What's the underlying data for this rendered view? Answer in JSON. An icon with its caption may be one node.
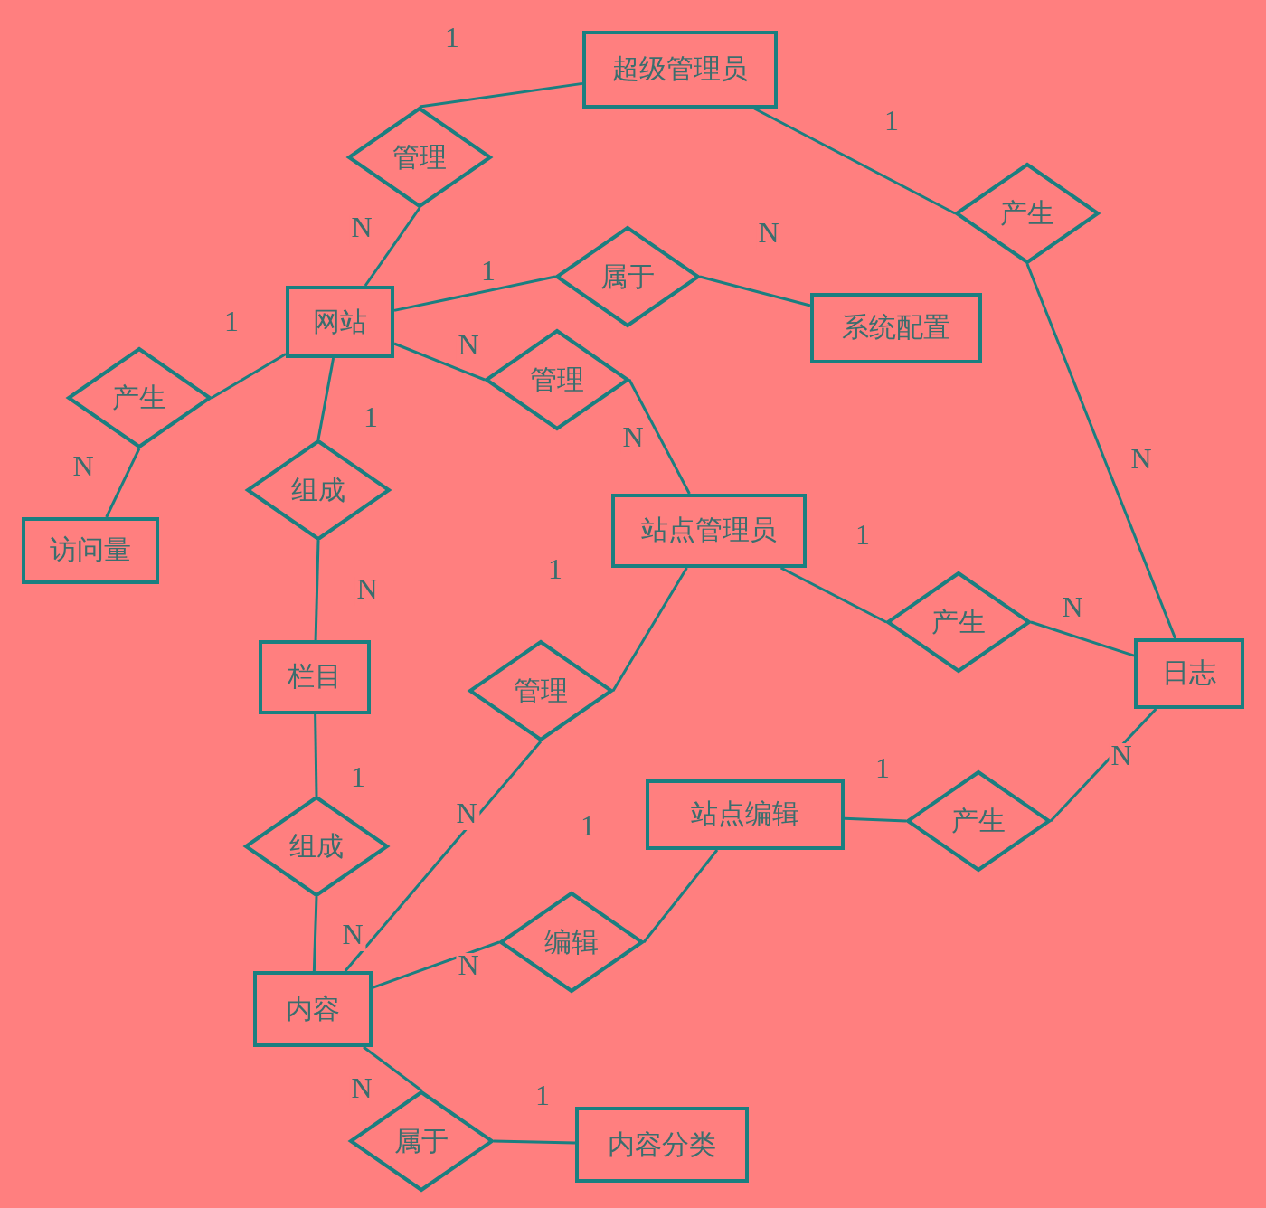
{
  "diagram": {
    "nodes": [
      {
        "text": [
          "超级管理员"
        ]
      },
      {
        "text": [
          "管理"
        ]
      },
      {
        "text": [
          "产生"
        ]
      },
      {
        "text": [
          "属于"
        ]
      },
      {
        "text": [
          "网站"
        ]
      },
      {
        "text": [
          "系统配置"
        ]
      },
      {
        "text": [
          "管理"
        ]
      },
      {
        "text": [
          "产生"
        ]
      },
      {
        "text": [
          "组成"
        ]
      },
      {
        "text": [
          "站点管理员"
        ]
      },
      {
        "text": [
          "访问量"
        ]
      },
      {
        "text": [
          "产生"
        ]
      },
      {
        "text": [
          "日志"
        ]
      },
      {
        "text": [
          "栏目"
        ]
      },
      {
        "text": [
          "管理"
        ]
      },
      {
        "text": [
          "站点编辑"
        ]
      },
      {
        "text": [
          "产生"
        ]
      },
      {
        "text": [
          "组成"
        ]
      },
      {
        "text": [
          "编辑"
        ]
      },
      {
        "text": [
          "内容"
        ]
      },
      {
        "text": [
          "属于"
        ]
      },
      {
        "text": [
          "内容分类"
        ]
      }
    ],
    "edges": [
      {
        "from": 0,
        "to": 1,
        "arrow": "none",
        "label": "1"
      },
      {
        "from": 1,
        "to": 4,
        "arrow": "none",
        "label": "N"
      },
      {
        "from": 0,
        "to": 2,
        "arrow": "none",
        "label": "1"
      },
      {
        "from": 2,
        "to": 12,
        "arrow": "none",
        "label": "N"
      },
      {
        "from": 4,
        "to": 3,
        "arrow": "none",
        "label": "1"
      },
      {
        "from": 3,
        "to": 5,
        "arrow": "none",
        "label": "N"
      },
      {
        "from": 4,
        "to": 6,
        "arrow": "none",
        "label": "N"
      },
      {
        "from": 6,
        "to": 9,
        "arrow": "none",
        "label": "N"
      },
      {
        "from": 4,
        "to": 7,
        "arrow": "none",
        "label": "1"
      },
      {
        "from": 7,
        "to": 10,
        "arrow": "none",
        "label": "N"
      },
      {
        "from": 4,
        "to": 8,
        "arrow": "none",
        "label": "1"
      },
      {
        "from": 8,
        "to": 13,
        "arrow": "none",
        "label": "N"
      },
      {
        "from": 9,
        "to": 11,
        "arrow": "none",
        "label": "1"
      },
      {
        "from": 11,
        "to": 12,
        "arrow": "none",
        "label": "N"
      },
      {
        "from": 9,
        "to": 14,
        "arrow": "none",
        "label": "1"
      },
      {
        "from": 14,
        "to": 19,
        "arrow": "none",
        "label": "N"
      },
      {
        "from": 13,
        "to": 17,
        "arrow": "none",
        "label": "1"
      },
      {
        "from": 17,
        "to": 19,
        "arrow": "none",
        "label": "N"
      },
      {
        "from": 15,
        "to": 16,
        "arrow": "none",
        "label": "1"
      },
      {
        "from": 16,
        "to": 12,
        "arrow": "none",
        "label": "N"
      },
      {
        "from": 15,
        "to": 18,
        "arrow": "none",
        "label": "1"
      },
      {
        "from": 18,
        "to": 19,
        "arrow": "none",
        "label": "N"
      },
      {
        "from": 19,
        "to": 20,
        "arrow": "none",
        "label": "N"
      },
      {
        "from": 20,
        "to": 21,
        "arrow": "none",
        "label": "1"
      }
    ]
  }
}
